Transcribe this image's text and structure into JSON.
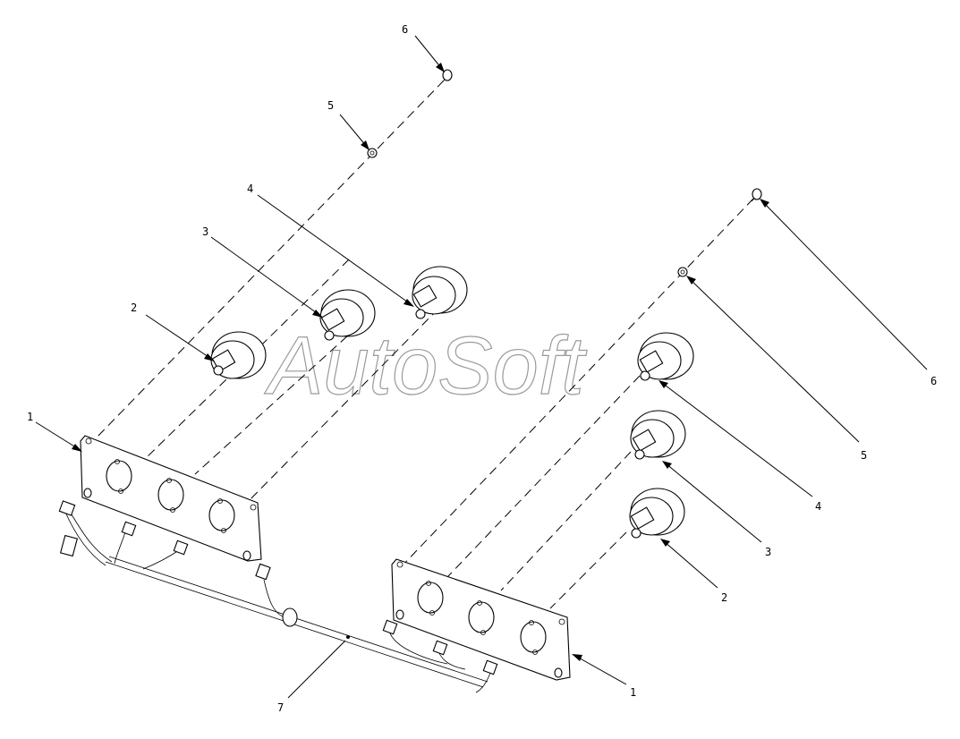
{
  "watermark": "AutoSoft",
  "callouts": [
    {
      "id": "c-1-left",
      "text": "1"
    },
    {
      "id": "c-2-left",
      "text": "2"
    },
    {
      "id": "c-3-left",
      "text": "3"
    },
    {
      "id": "c-4-left",
      "text": "4"
    },
    {
      "id": "c-5-left",
      "text": "5"
    },
    {
      "id": "c-6-left",
      "text": "6"
    },
    {
      "id": "c-7",
      "text": "7"
    },
    {
      "id": "c-1-right",
      "text": "1"
    },
    {
      "id": "c-2-right",
      "text": "2"
    },
    {
      "id": "c-3-right",
      "text": "3"
    },
    {
      "id": "c-4-right",
      "text": "4"
    },
    {
      "id": "c-5-right",
      "text": "5"
    },
    {
      "id": "c-6-right",
      "text": "6"
    }
  ]
}
